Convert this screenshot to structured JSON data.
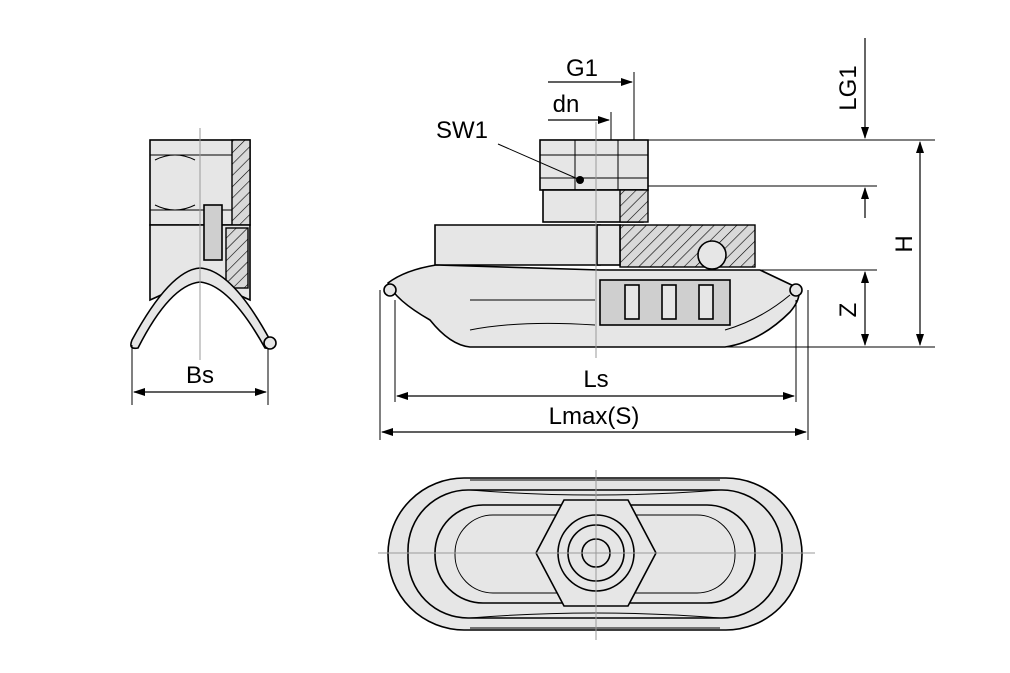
{
  "labels": {
    "g1": "G1",
    "lg1": "LG1",
    "dn": "dn",
    "sw1": "SW1",
    "h": "H",
    "z": "Z",
    "bs": "Bs",
    "ls": "Ls",
    "lmax": "Lmax(S)"
  }
}
